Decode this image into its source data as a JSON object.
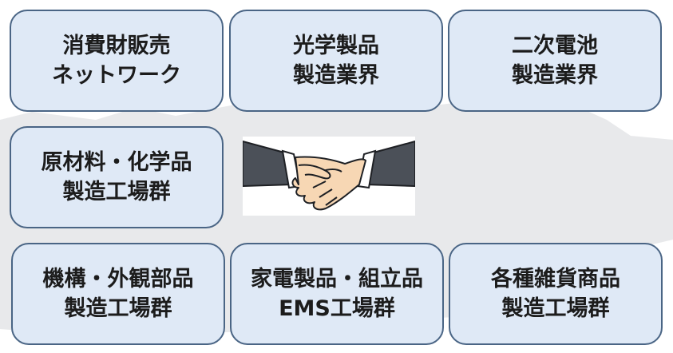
{
  "cards": [
    {
      "id": "consumer",
      "lines": [
        "消費財販売",
        "ネットワーク"
      ]
    },
    {
      "id": "optical",
      "lines": [
        "光学製品",
        "製造業界"
      ]
    },
    {
      "id": "battery",
      "lines": [
        "二次電池",
        "製造業界"
      ]
    },
    {
      "id": "materials",
      "lines": [
        "原材料・化学品",
        "製造工場群"
      ]
    },
    {
      "id": "mechanism",
      "lines": [
        "機構・外観部品",
        "製造工場群"
      ]
    },
    {
      "id": "appliance",
      "lines": [
        "家電製品・組立品",
        "EMS工場群"
      ]
    },
    {
      "id": "goods",
      "lines": [
        "各種雑貨商品",
        "製造工場群"
      ]
    }
  ],
  "center_image": {
    "icon": "handshake-icon"
  },
  "colors": {
    "card_fill": "#dfe9f6",
    "card_border": "#4a6585",
    "text": "#1c1c1c",
    "background_map": "#e7e8ea"
  }
}
